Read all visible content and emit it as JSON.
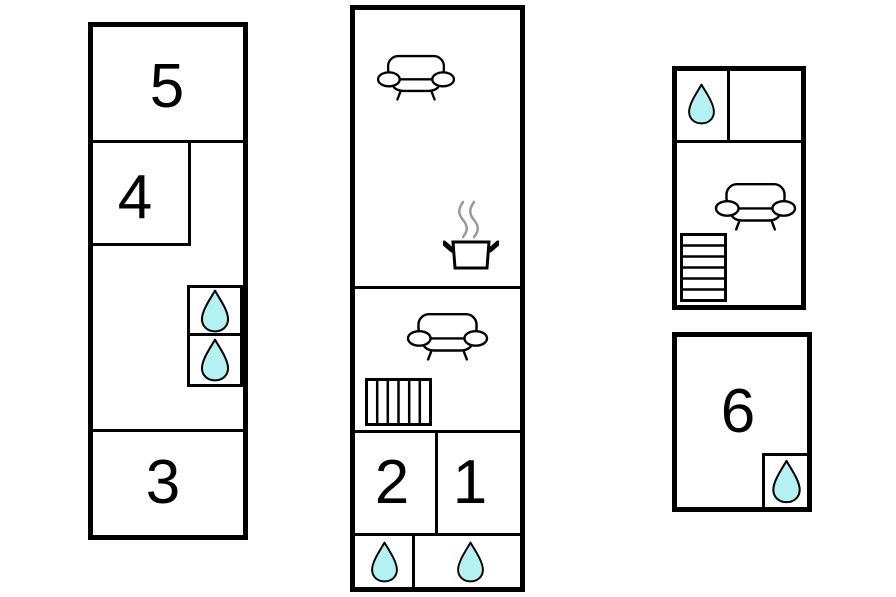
{
  "colors": {
    "wall": "#000000",
    "background": "#ffffff",
    "water": "#b3f1f3",
    "steam": "#999999"
  },
  "rooms": {
    "r1": "1",
    "r2": "2",
    "r3": "3",
    "r4": "4",
    "r5": "5",
    "r6": "6"
  },
  "icons": {
    "water-drop": "cyan teardrop = water / bath facility",
    "sofa": "outlined sofa with oval armrests and legs = seating area",
    "stove": "cooking pot with steam = kitchen",
    "stairs-vertical": "rectangle with vertical treads = staircase",
    "stairs-horizontal": "rectangle with horizontal treads = staircase"
  },
  "buildings": {
    "left": {
      "rooms": [
        "5",
        "4",
        "3"
      ],
      "water_drops": 2
    },
    "middle": {
      "rooms": [
        "2",
        "1"
      ],
      "water_drops": 2,
      "features": [
        "sofa",
        "stove",
        "sofa",
        "stairs"
      ]
    },
    "right_upper": {
      "rooms": [],
      "water_drops": 1,
      "features": [
        "sofa",
        "stairs"
      ]
    },
    "right_lower": {
      "rooms": [
        "6"
      ],
      "water_drops": 1
    }
  }
}
